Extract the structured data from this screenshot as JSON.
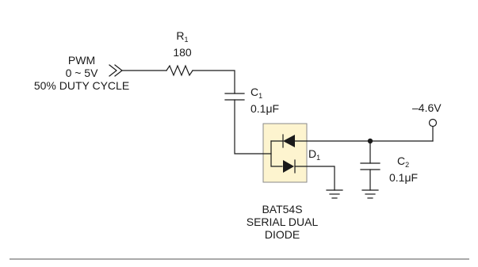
{
  "input": {
    "name": "PWM",
    "range": "0 ~ 5V",
    "duty": "50% DUTY CYCLE"
  },
  "r1": {
    "ref": "R",
    "sub": "1",
    "value": "180"
  },
  "c1": {
    "ref": "C",
    "sub": "1",
    "value": "0.1μF"
  },
  "d1": {
    "ref": "D",
    "sub": "1"
  },
  "c2": {
    "ref": "C",
    "sub": "2",
    "value": "0.1μF"
  },
  "output": {
    "voltage": "–4.6V"
  },
  "part": {
    "line1": "BAT54S",
    "line2": "SERIAL DUAL",
    "line3": "DIODE"
  },
  "colors": {
    "wire": "#1a1a1a",
    "diode_package_fill": "#fdf4cf",
    "background": "#ffffff"
  }
}
